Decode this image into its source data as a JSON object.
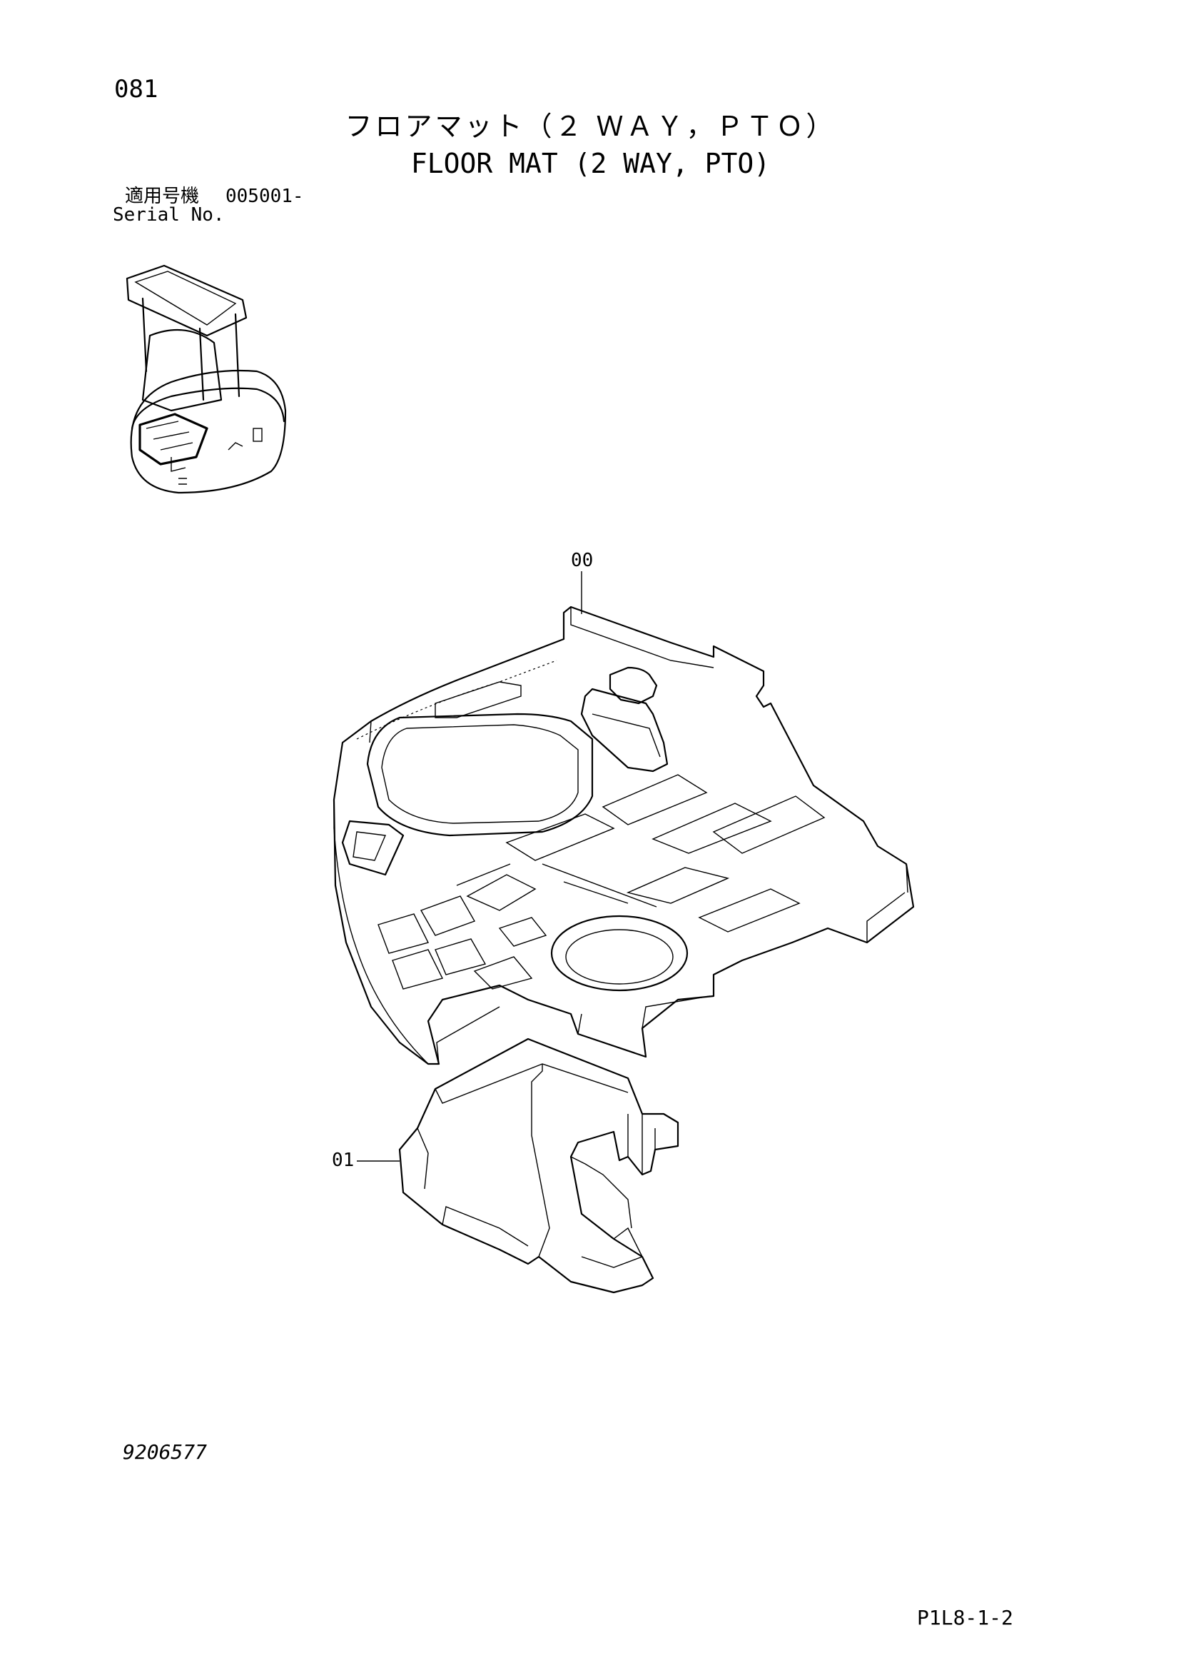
{
  "header": {
    "page_number": "081",
    "title_jp": "フロアマット（２ ＷＡＹ，ＰＴＯ）",
    "title_en": "FLOOR MAT (2 WAY, PTO)"
  },
  "serial": {
    "label_jp": "適用号機",
    "value": "005001-",
    "label_en": "Serial No."
  },
  "callouts": [
    "00",
    "01"
  ],
  "footer": {
    "drawing_number": "9206577",
    "page_code": "P1L8-1-2"
  }
}
